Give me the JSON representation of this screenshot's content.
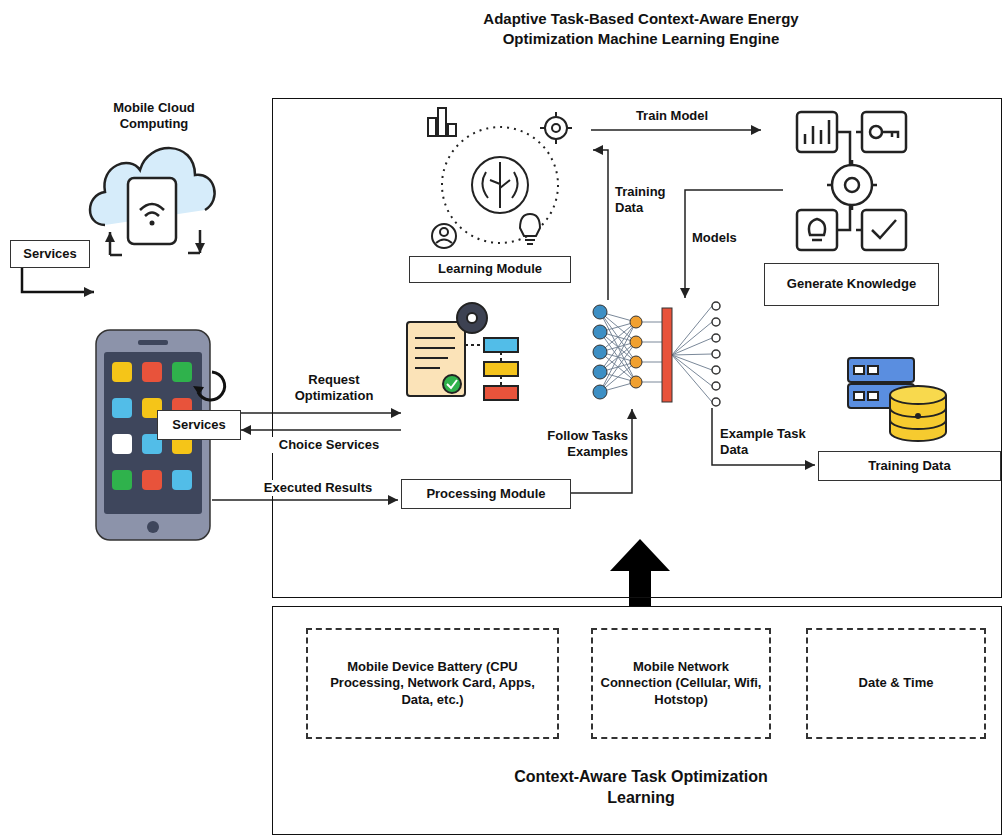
{
  "diagram": {
    "nodes": [
      {
        "text": [
          "Adaptive Task-Based Context-Aware Energy Optimization Machine Learning Engine"
        ]
      },
      {
        "text": [
          "Learning Module"
        ],
        "in": 0
      },
      {
        "text": [
          "Generate Knowledge"
        ],
        "in": 0
      },
      {
        "text": [
          "Processing Module"
        ],
        "in": 0
      },
      {
        "text": [
          "Training Data"
        ],
        "in": 0
      },
      {
        "text": [
          "Context-Aware Task Optimization Learning"
        ]
      },
      {
        "text": [
          "Mobile Device Battery (CPU Processing, Network Card, Apps, Data, etc.)"
        ],
        "in": 5
      },
      {
        "text": [
          "Mobile Network Connection (Cellular, Wifi, Hotstop)"
        ],
        "in": 5
      },
      {
        "text": [
          "Date & Time"
        ],
        "in": 5
      },
      {
        "text": [
          "Services"
        ]
      },
      {
        "text": [
          "Services"
        ]
      }
    ],
    "edges": [
      {
        "from": 1,
        "to": 2,
        "label": "Train Model",
        "arrow": "to"
      },
      {
        "from": 10,
        "to": 3,
        "label": "Request Optimization",
        "arrow": "to"
      },
      {
        "from": 3,
        "to": 10,
        "label": "Choice Services",
        "arrow": "to"
      },
      {
        "from": 5,
        "to": 0,
        "arrow": "to"
      }
    ],
    "labels": [
      "Mobile Cloud Computing",
      "Executed Results",
      "Training Data",
      "Models",
      "Follow Tasks Examples",
      "Example Task Data"
    ]
  }
}
